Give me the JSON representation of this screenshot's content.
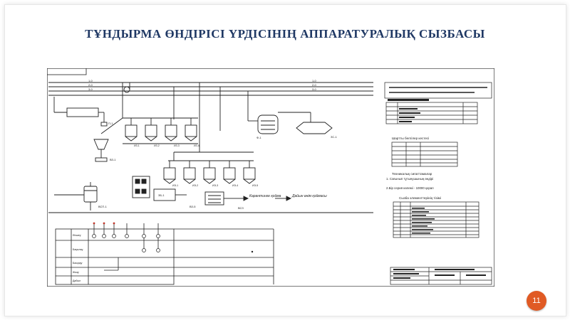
{
  "slide": {
    "title": "ТҰНДЫРМА ӨНДІРІСІ ҮРДІСІНІҢ  АППАРАТУРАЛЫҚ СЫЗБАСЫ",
    "page_number": "11",
    "accent_color": "#e05a24",
    "title_color": "#1f3864"
  },
  "drawing": {
    "flow_label_1": "Карантинге қойма",
    "flow_label_2": "Дайын өнім қоймасы",
    "right_panel": {
      "table2_title": "Шартты белгілер кестесі",
      "notes_title": "Техникалық сипаттамалар",
      "note_1": "1. Сағынып тұтынушының өндірі",
      "note_2": "2.Бір серия көлемі - 10000 қорап",
      "spec_title": "Сызба элементтерінің тізімі"
    },
    "bottom_rows": [
      "Өлшеу",
      "Бақылау",
      "Басқару",
      "Жазу",
      "Дабыл"
    ]
  }
}
